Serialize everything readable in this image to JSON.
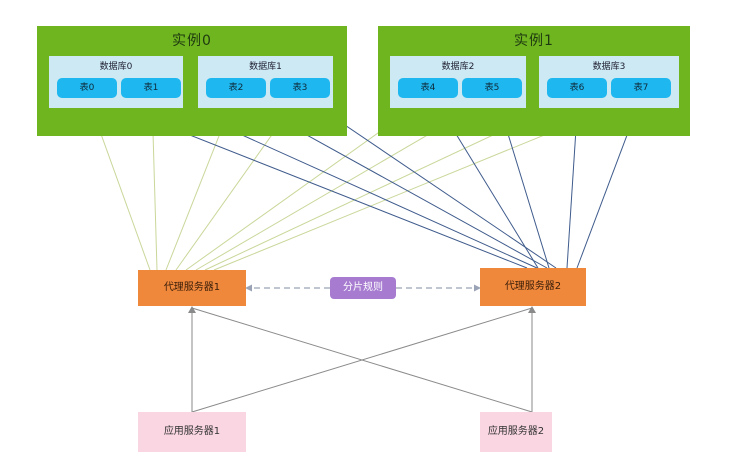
{
  "instances": [
    {
      "title": "实例0",
      "databases": [
        {
          "title": "数据库0",
          "tables": [
            "表0",
            "表1"
          ]
        },
        {
          "title": "数据库1",
          "tables": [
            "表2",
            "表3"
          ]
        }
      ]
    },
    {
      "title": "实例1",
      "databases": [
        {
          "title": "数据库2",
          "tables": [
            "表4",
            "表5"
          ]
        },
        {
          "title": "数据库3",
          "tables": [
            "表6",
            "表7"
          ]
        }
      ]
    }
  ],
  "proxies": [
    "代理服务器1",
    "代理服务器2"
  ],
  "shard_rule": "分片规则",
  "apps": [
    "应用服务器1",
    "应用服务器2"
  ],
  "colors": {
    "instance": "#6fb51f",
    "database": "#cde9f4",
    "table": "#1fb7ef",
    "proxy": "#f0883c",
    "rule": "#a67bd0",
    "app": "#f9d6e2",
    "proxy1_links": "#c9d79a",
    "proxy2_links": "#3f5b8c"
  }
}
